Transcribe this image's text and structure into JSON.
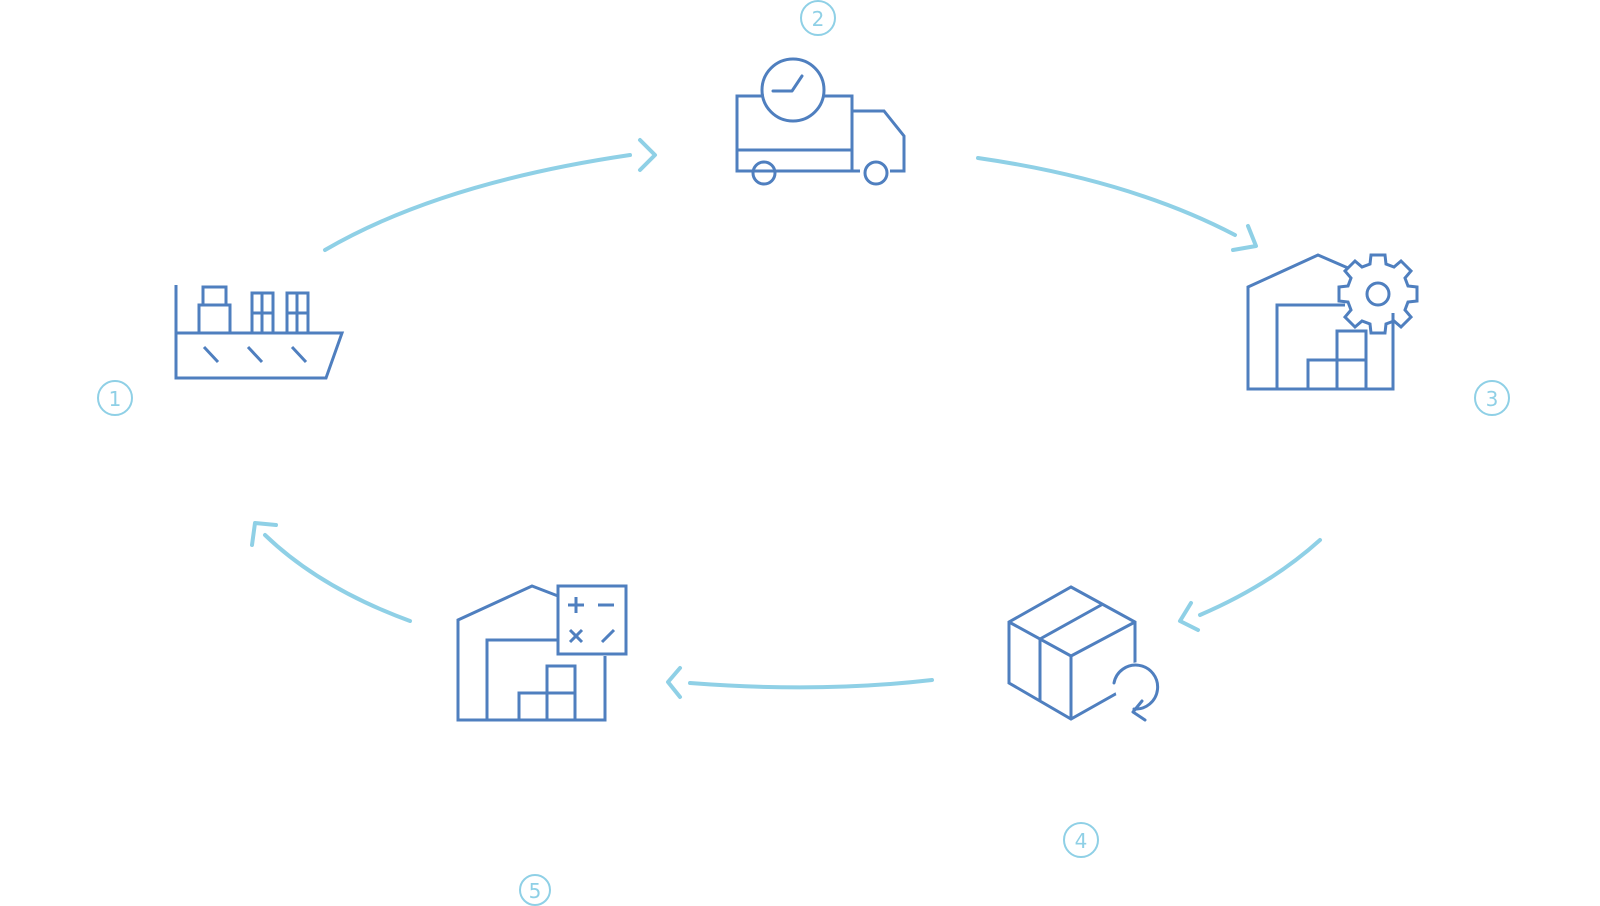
{
  "diagram": {
    "colors": {
      "icon": "#4f7fbf",
      "flow": "#8fd0e6",
      "background": "#ffffff"
    },
    "steps": [
      {
        "number": "1",
        "icon": "cargo-ship-icon"
      },
      {
        "number": "2",
        "icon": "delivery-truck-clock-icon"
      },
      {
        "number": "3",
        "icon": "warehouse-gear-icon"
      },
      {
        "number": "4",
        "icon": "box-return-icon"
      },
      {
        "number": "5",
        "icon": "warehouse-calculator-icon"
      }
    ]
  }
}
